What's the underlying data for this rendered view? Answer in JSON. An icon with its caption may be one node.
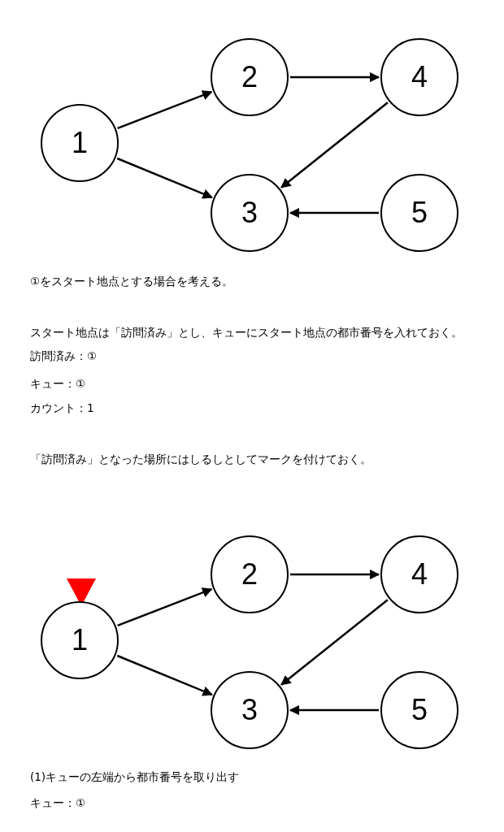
{
  "diagram": {
    "nodes": [
      {
        "text": [
          "1"
        ]
      },
      {
        "text": [
          "2"
        ]
      },
      {
        "text": [
          "3"
        ]
      },
      {
        "text": [
          "4"
        ]
      },
      {
        "text": [
          "5"
        ]
      },
      {
        "text": [
          "1"
        ]
      },
      {
        "text": [
          "2"
        ]
      },
      {
        "text": [
          "3"
        ]
      },
      {
        "text": [
          "4"
        ]
      },
      {
        "text": [
          "5"
        ]
      }
    ],
    "edges": [
      {
        "from": 0,
        "to": 1,
        "arrow": "to"
      },
      {
        "from": 0,
        "to": 2,
        "arrow": "to"
      },
      {
        "from": 1,
        "to": 3,
        "arrow": "to"
      },
      {
        "from": 3,
        "to": 2,
        "arrow": "to"
      },
      {
        "from": 4,
        "to": 2,
        "arrow": "to"
      },
      {
        "from": 5,
        "to": 6,
        "arrow": "to"
      },
      {
        "from": 5,
        "to": 7,
        "arrow": "to"
      },
      {
        "from": 6,
        "to": 8,
        "arrow": "to"
      },
      {
        "from": 8,
        "to": 7,
        "arrow": "to"
      },
      {
        "from": 9,
        "to": 7,
        "arrow": "to"
      }
    ],
    "labels": [
      "①をスタート地点とする場合を考える。",
      "スタート地点は「訪問済み」とし、キューにスタート地点の都市番号を入れておく。",
      "訪問済み：①",
      "キュー：①",
      "カウント：1",
      "「訪問済み」となった場所にはしるしとしてマークを付けておく。",
      "(1)キューの左端から都市番号を取り出す",
      "キュー：①"
    ]
  }
}
